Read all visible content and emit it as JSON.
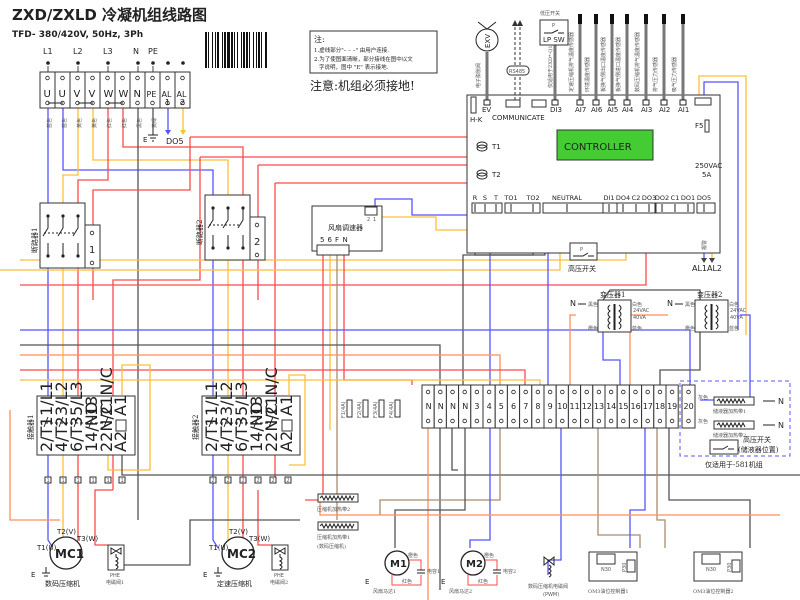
{
  "title": "ZXD/ZXLD 冷凝机组线路图",
  "subtitle": "TFD- 380/420V, 50Hz, 3Ph",
  "notes": {
    "heading": "注:",
    "line1": "1.虚线部分\"– – –\" 由用户连接.",
    "line2": "2.为了使图面清晰，部分接线在图中以文",
    "line3": "字说明，图中 \"E\" 表示接地."
  },
  "warning": "注意:机组必须接地!",
  "power_block": {
    "inputs": [
      "L1",
      "L2",
      "L3",
      "N",
      "PE"
    ],
    "terminals_top": [
      "U",
      "U",
      "V",
      "V",
      "W",
      "W",
      "N",
      "PE",
      "AL",
      "AL"
    ],
    "terminals_bottom": [
      "",
      "",
      "",
      "",
      "",
      "",
      "",
      "",
      "1",
      "2"
    ],
    "wire_colors": [
      "蓝色",
      "蓝色",
      "黄色",
      "黄色",
      "红色",
      "红色",
      "黑色",
      "黄绿"
    ],
    "ground": "E",
    "alarm_out": "DO5"
  },
  "breakers": [
    {
      "label": "断路器1",
      "num": "1"
    },
    {
      "label": "断路器2",
      "num": "2"
    }
  ],
  "fan_speed": {
    "label": "风扇调速器",
    "top_pins": [
      "2",
      "1"
    ],
    "pins": [
      "5",
      "6",
      "F",
      "N"
    ]
  },
  "controller": {
    "label": "CONTROLLER",
    "top_ports": [
      "EV",
      "DI3",
      "AI7",
      "AI6",
      "AI5",
      "AI4",
      "AI3",
      "AI2",
      "AI1"
    ],
    "hk": "H-K",
    "communicate": "COMMUNICATE",
    "transformers": [
      "T1",
      "T2"
    ],
    "fuse": "F5",
    "fuse_rating": [
      "250VAC",
      "5A"
    ],
    "bottom_ports": [
      "R",
      "S",
      "T",
      "TO1",
      "TO2",
      "NEUTRAL",
      "DI1",
      "DO4",
      "C2",
      "DO3",
      "DO2",
      "C1",
      "DO1",
      "DO5"
    ]
  },
  "top_devices": {
    "exv": "EXV",
    "lp_switch_title": "低压开关",
    "lp_switch": "LP SW",
    "p": "P",
    "rs485": "RS485",
    "sensors": [
      "电子膨胀阀",
      "仅适用于ZXD*-Q1",
      "定速压缩机排气温度传感器",
      "环境温度传感器",
      "板换气侧出口温度传感器",
      "板换气侧进口温度传感器",
      "数码压缩机排气温度传感器",
      "排气压力传感器",
      "吸气压力传感器"
    ]
  },
  "hp_switch": {
    "label": "高压开关",
    "p": "P"
  },
  "alarm": {
    "label": "报警",
    "outputs": [
      "AL1",
      "AL2"
    ]
  },
  "transformers": [
    {
      "label": "变压器1",
      "rating": "24VAC",
      "va": "40VA",
      "colors": [
        "黑色",
        "白色",
        "橙色",
        "蓝色"
      ],
      "n": "N"
    },
    {
      "label": "变压器2",
      "rating": "24VAC",
      "va": "40VA",
      "colors": [
        "黑色",
        "白色",
        "橙色",
        "蓝色"
      ],
      "n": "N"
    }
  ],
  "contactors": [
    {
      "label": "接触器1",
      "top": [
        "1/L1",
        "3/L2",
        "5/L3",
        "13",
        "21N/C",
        "A1"
      ],
      "bottom": [
        "2/T1",
        "4/T2",
        "6/T3",
        "14/NO",
        "22N/C",
        "A2"
      ],
      "num": "1"
    },
    {
      "label": "接触器2",
      "top": [
        "1/L1",
        "3/L2",
        "5/L3",
        "13",
        "21N/C",
        "A1"
      ],
      "bottom": [
        "2/T1",
        "4/T2",
        "6/T3",
        "14/NO",
        "22N/C",
        "A2"
      ],
      "num": "2"
    }
  ],
  "fuses": [
    "F1(4A)",
    "F2(4A)",
    "F3(4A)",
    "F4(4A)"
  ],
  "terminal_strip": [
    "N",
    "N",
    "N",
    "N",
    "3",
    "4",
    "5",
    "6",
    "7",
    "8",
    "9",
    "10",
    "11",
    "12",
    "13",
    "14",
    "15",
    "16",
    "17",
    "18",
    "19",
    "20"
  ],
  "receiver_option": {
    "heaters": [
      "储液器加热带1",
      "储液器加热带2"
    ],
    "color": "灰色",
    "n": "N",
    "switch": "高压开关",
    "switch_location": "(储液器位置)",
    "note": "仅适用于-581机组"
  },
  "compressors": [
    {
      "name": "MC1",
      "label": "数码压缩机",
      "pins": [
        "T1(U)",
        "T2(V)",
        "T3(W)"
      ],
      "ground": "E"
    },
    {
      "name": "MC2",
      "label": "定速压缩机",
      "pins": [
        "T1(U)",
        "T2(V)",
        "T3(W)"
      ],
      "ground": "E"
    }
  ],
  "valves": [
    {
      "name": "PHE",
      "label": "电磁阀1"
    },
    {
      "name": "PHE",
      "label": "电磁阀2"
    }
  ],
  "crankcase_heaters": [
    "压缩机加热带2",
    "压缩机加热带1",
    "(数码压缩机)"
  ],
  "fan_motors": [
    {
      "name": "M1",
      "label": "风扇马达1",
      "capacitor": "电容1",
      "wires": [
        "橙色",
        "红色"
      ],
      "ground": "E"
    },
    {
      "name": "M2",
      "label": "风扇马达2",
      "capacitor": "电容2",
      "wires": [
        "橙色",
        "红色"
      ],
      "ground": "E"
    }
  ],
  "pwm_valve": [
    "数码压缩机电磁阀",
    "(PWM)"
  ],
  "oil_controllers": [
    {
      "label": "OM3油位控制器1",
      "n": "N30",
      "p": "P30"
    },
    {
      "label": "OM3油位控制器2",
      "n": "N30",
      "p": "P30"
    }
  ],
  "colors": {
    "red": "#ff4a4a",
    "blue": "#5555ff",
    "yellow": "#ffbf3a",
    "black": "#555555",
    "orange": "#ff8f5a",
    "brown": "#a88c72",
    "controller_green": "#44cc33",
    "option_blue": "#5a5aff",
    "warning_red": "#ff2a2a"
  }
}
